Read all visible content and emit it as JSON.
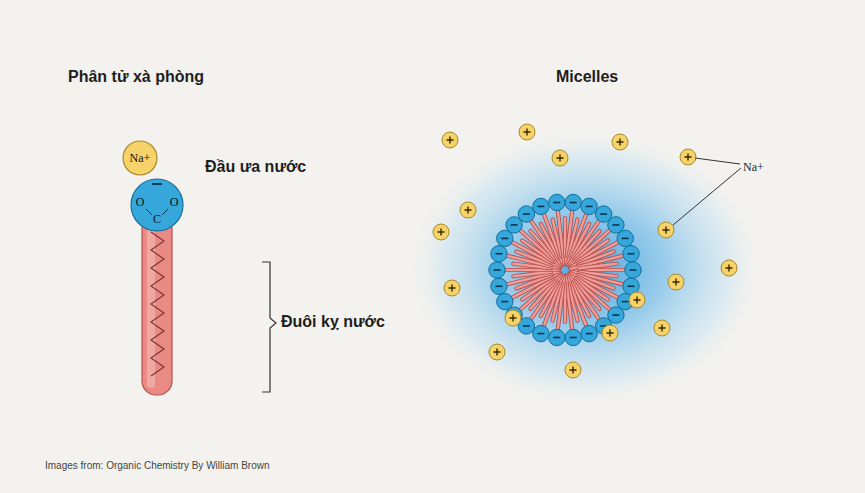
{
  "diagram": {
    "caption": "Images from: Organic Chemistry By William Brown",
    "nodes": [
      {
        "text": [
          "Na+"
        ]
      },
      {
        "text": [
          "O",
          "C",
          "O"
        ]
      }
    ],
    "labels": [
      "Phân tử xà phòng",
      "Đầu ưa nước",
      "Đuôi kỵ nước",
      "Micelles",
      "Na+"
    ]
  }
}
